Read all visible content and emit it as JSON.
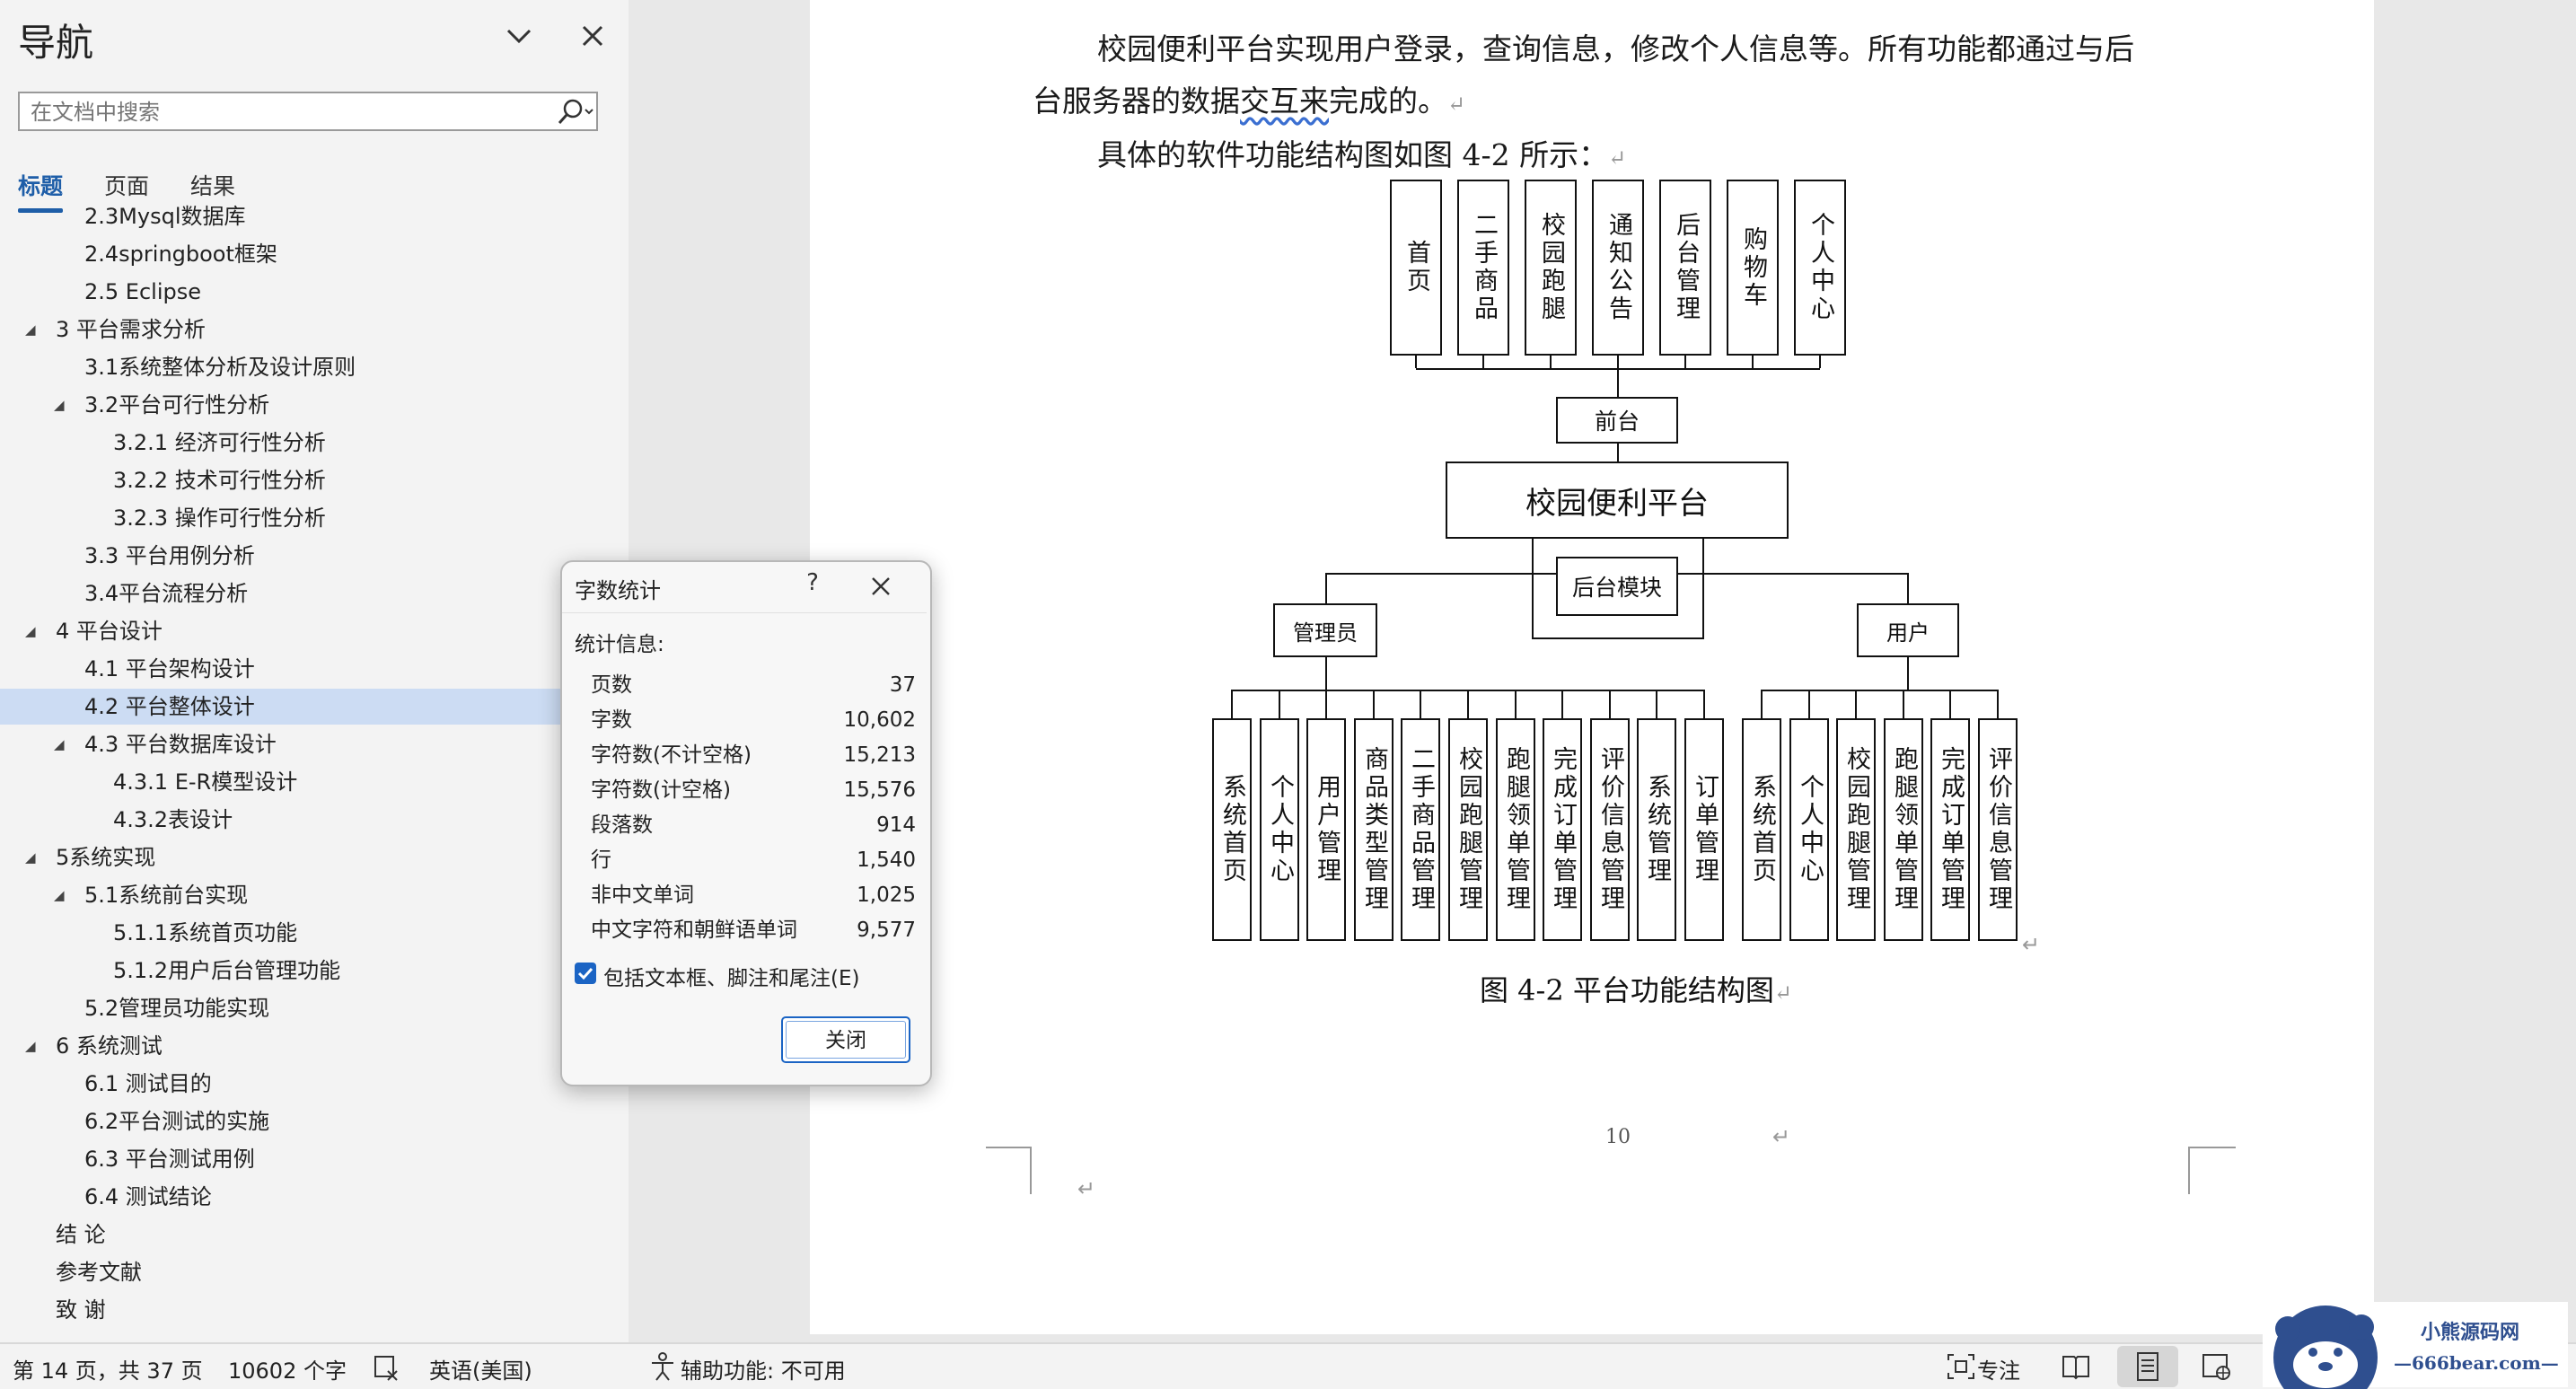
{
  "nav": {
    "title": "导航",
    "search_placeholder": "在文档中搜索",
    "tabs": [
      {
        "label": "标题",
        "active": true
      },
      {
        "label": "页面",
        "active": false
      },
      {
        "label": "结果",
        "active": false
      }
    ],
    "items": [
      {
        "label": "2.3Mysql数据库",
        "level": 2,
        "expandable": false
      },
      {
        "label": "2.4springboot框架",
        "level": 2,
        "expandable": false
      },
      {
        "label": "2.5 Eclipse",
        "level": 2,
        "expandable": false
      },
      {
        "label": "3 平台需求分析",
        "level": 1,
        "expandable": true
      },
      {
        "label": "3.1系统整体分析及设计原则",
        "level": 2,
        "expandable": false
      },
      {
        "label": "3.2平台可行性分析",
        "level": 2,
        "expandable": true
      },
      {
        "label": "3.2.1 经济可行性分析",
        "level": 3,
        "expandable": false
      },
      {
        "label": "3.2.2 技术可行性分析",
        "level": 3,
        "expandable": false
      },
      {
        "label": "3.2.3 操作可行性分析",
        "level": 3,
        "expandable": false
      },
      {
        "label": "3.3 平台用例分析",
        "level": 2,
        "expandable": false
      },
      {
        "label": "3.4平台流程分析",
        "level": 2,
        "expandable": false
      },
      {
        "label": "4 平台设计",
        "level": 1,
        "expandable": true
      },
      {
        "label": "4.1 平台架构设计",
        "level": 2,
        "expandable": false
      },
      {
        "label": "4.2 平台整体设计",
        "level": 2,
        "expandable": false,
        "selected": true
      },
      {
        "label": "4.3 平台数据库设计",
        "level": 2,
        "expandable": true
      },
      {
        "label": "4.3.1 E-R模型设计",
        "level": 3,
        "expandable": false
      },
      {
        "label": "4.3.2表设计",
        "level": 3,
        "expandable": false
      },
      {
        "label": "5系统实现",
        "level": 1,
        "expandable": true
      },
      {
        "label": "5.1系统前台实现",
        "level": 2,
        "expandable": true
      },
      {
        "label": "5.1.1系统首页功能",
        "level": 3,
        "expandable": false
      },
      {
        "label": "5.1.2用户后台管理功能",
        "level": 3,
        "expandable": false
      },
      {
        "label": "5.2管理员功能实现",
        "level": 2,
        "expandable": false
      },
      {
        "label": "6 系统测试",
        "level": 1,
        "expandable": true
      },
      {
        "label": "6.1 测试目的",
        "level": 2,
        "expandable": false
      },
      {
        "label": "6.2平台测试的实施",
        "level": 2,
        "expandable": false
      },
      {
        "label": "6.3 平台测试用例",
        "level": 2,
        "expandable": false
      },
      {
        "label": "6.4 测试结论",
        "level": 2,
        "expandable": false
      },
      {
        "label": "结 论",
        "level": 1,
        "expandable": false
      },
      {
        "label": "参考文献",
        "level": 1,
        "expandable": false
      },
      {
        "label": "致 谢",
        "level": 1,
        "expandable": false
      }
    ]
  },
  "document": {
    "para1_line1": "校园便利平台实现用户登录，查询信息，修改个人信息等。所有功能都通过与后",
    "para1_line2a": "台服务器的数据",
    "para1_line2b": "交互来",
    "para1_line2c": "完成的。",
    "para2": "具体的软件功能结构图如图 4-2 所示：",
    "para_mark": "↵",
    "figure": {
      "top_modules": [
        "首页",
        "二手商品",
        "校园跑腿",
        "通知公告",
        "后台管理",
        "购物车",
        "个人中心"
      ],
      "frontend": "前台",
      "root": "校园便利平台",
      "backend": "后台模块",
      "admin": "管理员",
      "user": "用户",
      "admin_modules": [
        "系统首页",
        "个人中心",
        "用户管理",
        "商品类型管理",
        "二手商品管理",
        "校园跑腿管理",
        "跑腿领单管理",
        "完成订单管理",
        "评价信息管理",
        "系统管理",
        "订单管理"
      ],
      "user_modules": [
        "系统首页",
        "个人中心",
        "校园跑腿管理",
        "跑腿领单管理",
        "完成订单管理",
        "评价信息管理"
      ]
    },
    "caption": "图 4-2  平台功能结构图",
    "page_number": "10"
  },
  "dialog": {
    "title": "字数统计",
    "help": "?",
    "section": "统计信息:",
    "stats": [
      {
        "label": "页数",
        "value": "37"
      },
      {
        "label": "字数",
        "value": "10,602"
      },
      {
        "label": "字符数(不计空格)",
        "value": "15,213"
      },
      {
        "label": "字符数(计空格)",
        "value": "15,576"
      },
      {
        "label": "段落数",
        "value": "914"
      },
      {
        "label": "行",
        "value": "1,540"
      },
      {
        "label": "非中文单词",
        "value": "1,025"
      },
      {
        "label": "中文字符和朝鲜语单词",
        "value": "9,577"
      }
    ],
    "checkbox_label": "包括文本框、脚注和尾注(E)",
    "checkbox_checked": true,
    "close_button": "关闭"
  },
  "status_bar": {
    "page_info": "第 14 页，共 37 页",
    "word_count": "10602 个字",
    "language": "英语(美国)",
    "accessibility": "辅助功能: 不可用",
    "focus": "专注"
  },
  "watermark": {
    "line1": "小熊源码网",
    "line2": "—666bear.com—"
  },
  "colors": {
    "accent": "#1e5ea8",
    "selection": "#ccdcf3",
    "dialog_button_border": "#1b64c4"
  }
}
